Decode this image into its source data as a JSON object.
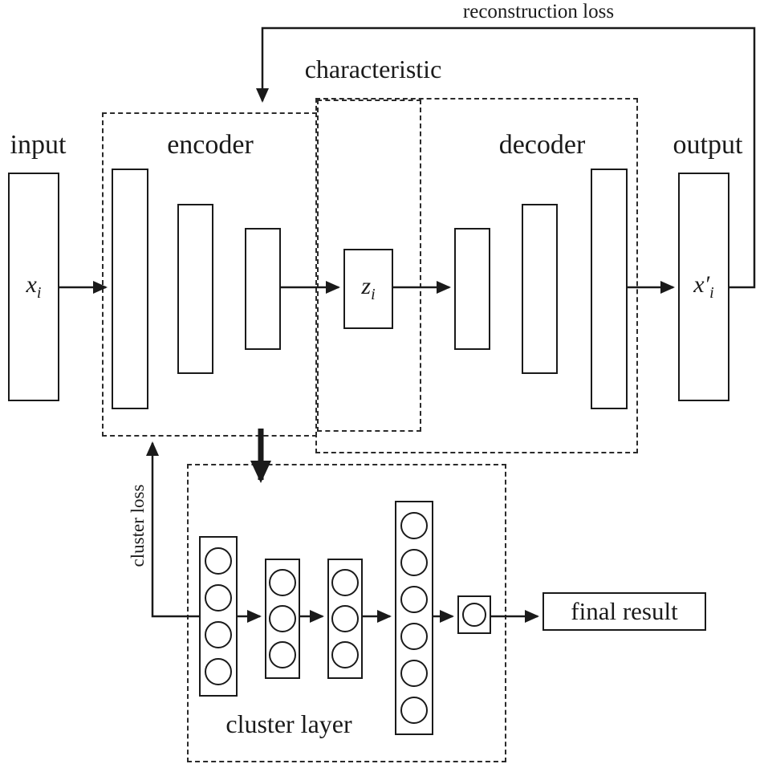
{
  "diagram": {
    "labels": {
      "reconstruction_loss": "reconstruction loss",
      "characteristic": "characteristic",
      "input": "input",
      "encoder": "encoder",
      "decoder": "decoder",
      "output": "output",
      "cluster_loss": "cluster loss",
      "cluster_layer": "cluster layer",
      "final_result": "final result"
    },
    "nodes": {
      "input": {
        "base": "x",
        "sub": "i"
      },
      "latent": {
        "base": "z",
        "sub": "i"
      },
      "output": {
        "base": "x′",
        "sub": "i"
      }
    },
    "cluster_columns": {
      "c1": 4,
      "c2": 3,
      "c3": 3,
      "c4": 6,
      "c5": 1
    },
    "colors": {
      "line": "#1a1a1a",
      "background": "#ffffff"
    }
  }
}
